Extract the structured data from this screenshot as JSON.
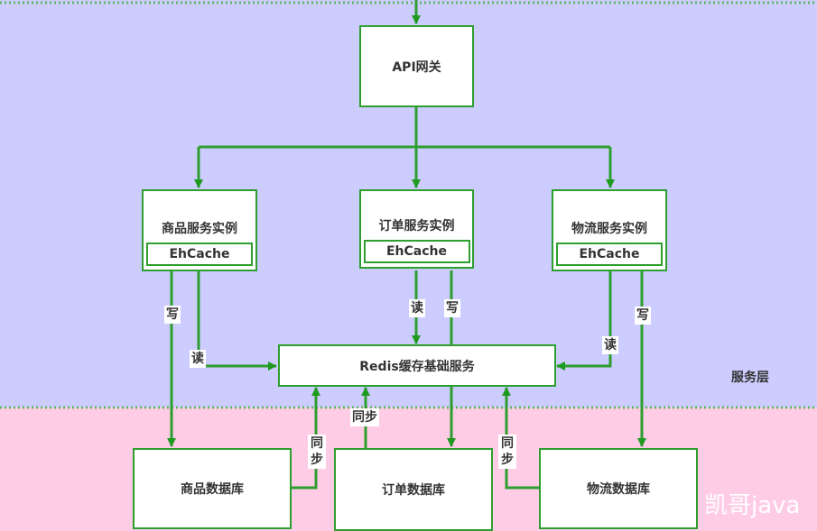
{
  "diagram": {
    "colors": {
      "service_layer_bg": "#ccccff",
      "db_layer_bg": "#ffcce6",
      "line": "#2e9e2e",
      "box_fill": "#ffffff",
      "text": "#333333"
    },
    "gateway": {
      "label": "API网关"
    },
    "services": [
      {
        "title": "商品服务实例",
        "cache": "EhCache"
      },
      {
        "title": "订单服务实例",
        "cache": "EhCache"
      },
      {
        "title": "物流服务实例",
        "cache": "EhCache"
      }
    ],
    "redis": {
      "label": "Redis缓存基础服务"
    },
    "databases": [
      {
        "label": "商品数据库"
      },
      {
        "label": "订单数据库"
      },
      {
        "label": "物流数据库"
      }
    ],
    "edge_labels": {
      "write": "写",
      "read": "读",
      "sync": "同步",
      "sync_top": "同",
      "sync_bottom": "步"
    },
    "layer_label": "服务层",
    "watermark": "凯哥java"
  }
}
